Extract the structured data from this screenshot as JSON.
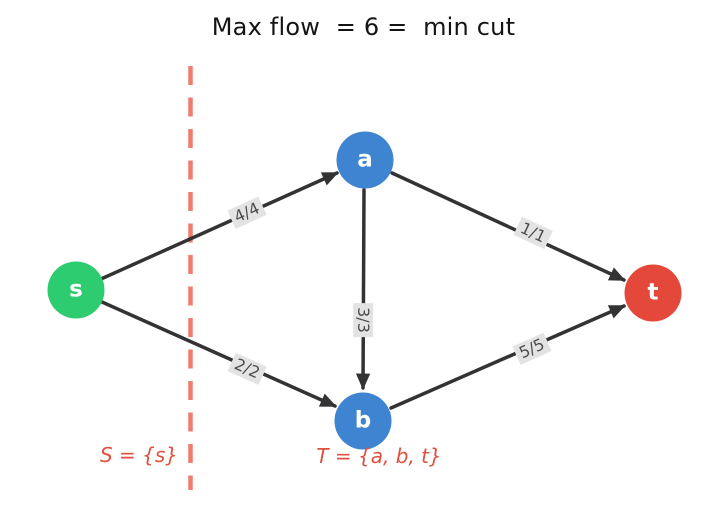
{
  "title": "Max flow  = 6 =  min cut",
  "max_flow_value": "6",
  "graph": {
    "nodes": [
      {
        "id": "s",
        "label": "s",
        "role": "source",
        "color": "#2ecc71"
      },
      {
        "id": "a",
        "label": "a",
        "role": "internal",
        "color": "#3f84d0"
      },
      {
        "id": "b",
        "label": "b",
        "role": "internal",
        "color": "#3f84d0"
      },
      {
        "id": "t",
        "label": "t",
        "role": "sink",
        "color": "#e3483a"
      }
    ],
    "edges": [
      {
        "from": "s",
        "to": "a",
        "label": "4/4"
      },
      {
        "from": "s",
        "to": "b",
        "label": "2/2"
      },
      {
        "from": "a",
        "to": "b",
        "label": "3/3"
      },
      {
        "from": "a",
        "to": "t",
        "label": "1/1"
      },
      {
        "from": "b",
        "to": "t",
        "label": "5/5"
      }
    ],
    "edge_color": "#333333",
    "edge_label_bg": "#e3e3e3",
    "edge_label_color": "#4d4d4d"
  },
  "cut": {
    "s_set_label": "S = {s}",
    "t_set_label": "T = {a, b, t}",
    "line_color": "#ef7d6e",
    "label_color": "#e0503e"
  }
}
